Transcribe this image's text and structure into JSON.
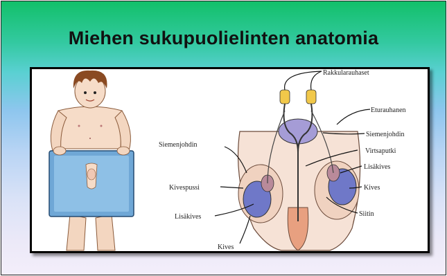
{
  "slide": {
    "title": "Miehen sukupuolielinten anatomia"
  },
  "figure": {
    "labels": {
      "rakkularauhaset": "Rakkularauhaset",
      "eturauhanen": "Eturauhanen",
      "siemenjohdin_right": "Siemenjohdin",
      "virtsaputki": "Virtsaputki",
      "lisakives_right": "Lisäkives",
      "kives_right": "Kives",
      "siitin": "Siitin",
      "siemenjohdin_left": "Siemenjohdin",
      "kivespussi": "Kivespussi",
      "lisakives_left": "Lisäkives",
      "kives_bottom": "Kives"
    }
  }
}
